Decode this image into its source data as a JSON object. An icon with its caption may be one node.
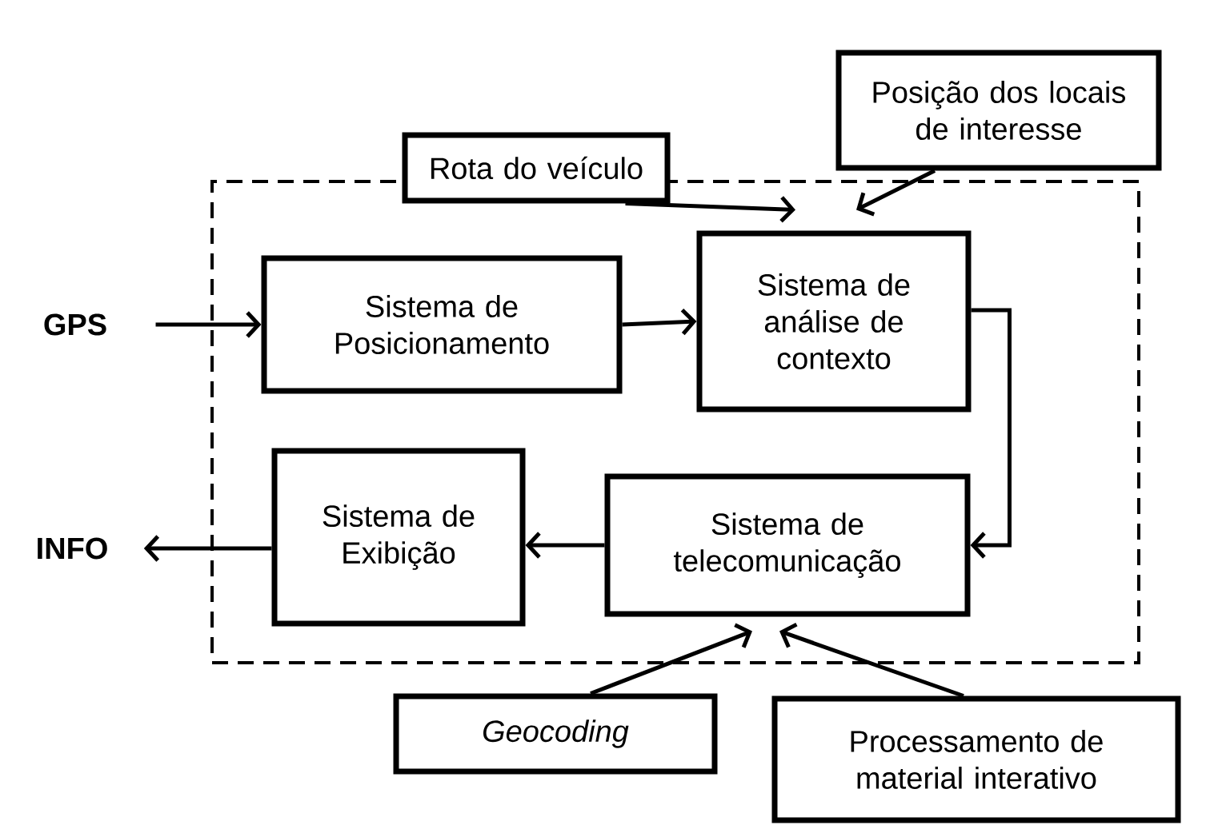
{
  "diagram": {
    "nodes": [
      {
        "text": [],
        "shape": "box"
      },
      {
        "text": [
          "Rota do veículo"
        ]
      },
      {
        "text": [
          "Posição dos locais de interesse"
        ]
      },
      {
        "text": [
          "GPS"
        ]
      },
      {
        "text": [
          "Sistema de Posicionamento"
        ],
        "in": 0
      },
      {
        "text": [
          "Sistema de análise de contexto"
        ],
        "in": 0
      },
      {
        "text": [
          "INFO"
        ]
      },
      {
        "text": [
          "Sistema de Exibição"
        ],
        "in": 0
      },
      {
        "text": [
          "Sistema de telecomunicação"
        ],
        "in": 0
      },
      {
        "text": [
          "Geocoding"
        ]
      },
      {
        "text": [
          "Processamento de material interativo"
        ]
      }
    ],
    "edges": [
      {
        "from": 1,
        "to": 5,
        "arrow": "to"
      },
      {
        "from": 2,
        "to": 5,
        "arrow": "to"
      },
      {
        "from": 3,
        "to": 4,
        "arrow": "to"
      },
      {
        "from": 4,
        "to": 5,
        "arrow": "to"
      },
      {
        "from": 5,
        "to": 8,
        "arrow": "to"
      },
      {
        "from": 8,
        "to": 7,
        "arrow": "to"
      },
      {
        "from": 7,
        "to": 6,
        "arrow": "to"
      },
      {
        "from": 9,
        "to": 8,
        "arrow": "to"
      },
      {
        "from": 10,
        "to": 8,
        "arrow": "to"
      }
    ]
  }
}
